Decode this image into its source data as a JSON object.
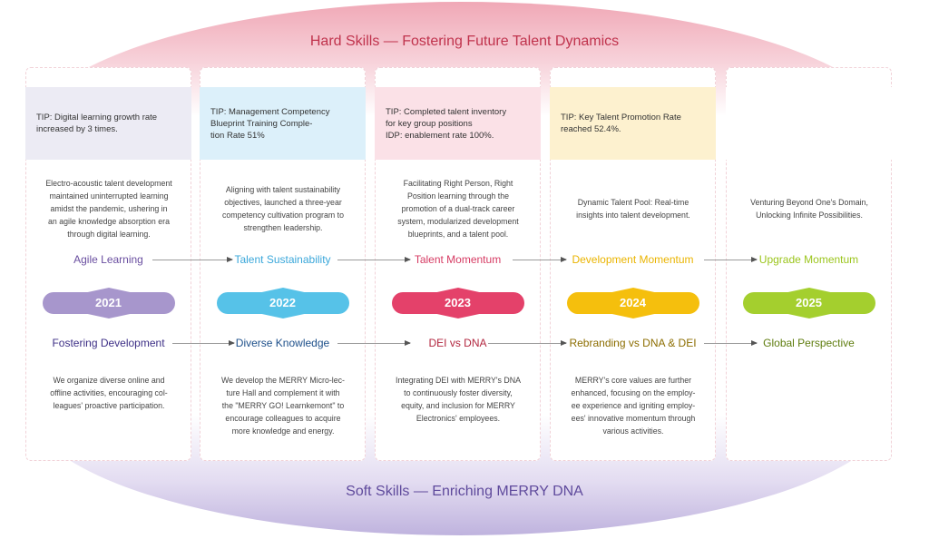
{
  "hard_skills_title": "Hard Skills  —  Fostering Future Talent Dynamics",
  "soft_skills_title": "Soft Skills  —  Enriching MERRY DNA",
  "columns": [
    {
      "tip": "TIP: Digital learning growth rate\n        increased by 3 times.",
      "tip_color": "#ecebf4",
      "top_desc": "Electro-acoustic talent development\nmaintained uninterrupted learning\namidst the pandemic, ushering in\nan agile knowledge absorption era\nthrough digital learning.",
      "top_label": "Agile Learning",
      "top_color": "#6a4fa0",
      "year": "2021",
      "year_color": "#a796cc",
      "bottom_label": "Fostering Development",
      "bottom_color": "#3d2f86",
      "bottom_desc": "We organize diverse online and\noffline activities, encouraging col-\nleagues' proactive participation."
    },
    {
      "tip": "TIP: Management Competency\n        Blueprint Training Comple-\n        tion Rate 51%",
      "tip_color": "#dcf0fa",
      "top_desc": "Aligning with talent sustainability\nobjectives, launched a three-year\ncompetency cultivation program to\nstrengthen leadership.",
      "top_label": "Talent Sustainability",
      "top_color": "#3aa7da",
      "year": "2022",
      "year_color": "#56c2e8",
      "bottom_label": "Diverse Knowledge",
      "bottom_color": "#1d4f8a",
      "bottom_desc": "We develop the MERRY Micro-lec-\nture Hall and complement it with\nthe \"MERRY GO! Learnkemont\" to\nencourage colleagues to acquire\nmore knowledge and energy."
    },
    {
      "tip": "TIP: Completed talent inventory\n        for key group positions\nIDP: enablement rate 100%.",
      "tip_color": "#fbe1e7",
      "top_desc": "Facilitating Right Person, Right\nPosition learning through the\npromotion of a dual-track career\nsystem, modularized development\nblueprints, and a talent pool.",
      "top_label": "Talent Momentum",
      "top_color": "#d63b63",
      "year": "2023",
      "year_color": "#e4416a",
      "bottom_label": "DEI vs DNA",
      "bottom_color": "#b2263f",
      "bottom_desc": "Integrating DEI with MERRY's DNA\nto continuously foster diversity,\nequity, and inclusion for MERRY\nElectronics' employees."
    },
    {
      "tip": "TIP: Key Talent Promotion Rate\n        reached 52.4%.",
      "tip_color": "#fdf1cf",
      "top_desc": "Dynamic Talent Pool: Real-time\ninsights into talent development.",
      "top_label": "Development Momentum",
      "top_color": "#eab400",
      "year": "2024",
      "year_color": "#f5bf0d",
      "bottom_label": "Rebranding vs DNA & DEI",
      "bottom_color": "#8c6d00",
      "bottom_desc": "MERRY's core values are further\nenhanced, focusing on the employ-\nee experience and igniting employ-\nees' innovative momentum through\nvarious activities."
    },
    {
      "tip": "",
      "tip_color": "#ffffff",
      "top_desc": "Venturing Beyond One's Domain,\nUnlocking Infinite Possibilities.",
      "top_label": "Upgrade Momentum",
      "top_color": "#9bc51c",
      "year": "2025",
      "year_color": "#a4cf2e",
      "bottom_label": "Global Perspective",
      "bottom_color": "#5f7d0f",
      "bottom_desc": ""
    }
  ]
}
